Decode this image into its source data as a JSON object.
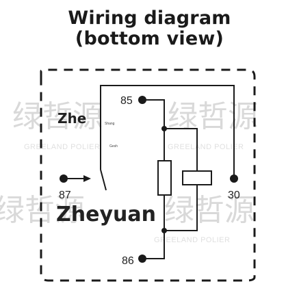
{
  "title": {
    "line1": "Wiring diagram",
    "line2": "(bottom view)"
  },
  "pins": {
    "p85": "85",
    "p86": "86",
    "p87": "87",
    "p30": "30"
  },
  "brand": {
    "short": "Zhe",
    "full": "Zheyuan",
    "tiny1": "Shang",
    "tiny2": "Gesh"
  },
  "watermark": {
    "cn": "绿哲源",
    "en": "GREELAND POLIER"
  },
  "colors": {
    "line": "#1a1a1a",
    "watermark": "#d9d9d9"
  }
}
